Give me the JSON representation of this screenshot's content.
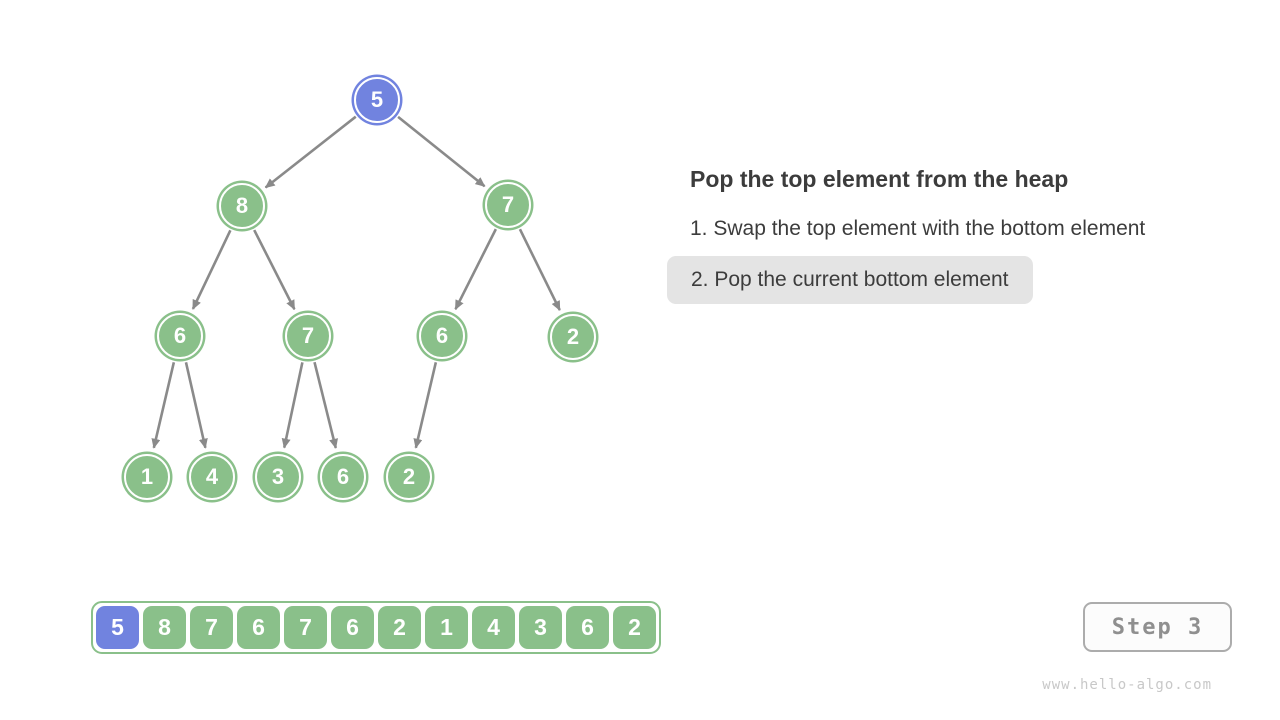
{
  "instructions": {
    "title": "Pop the top element from the heap",
    "items": [
      {
        "text": "1. Swap the top element with the bottom element",
        "highlighted": false
      },
      {
        "text": "2. Pop the current bottom element",
        "highlighted": true
      }
    ]
  },
  "tree": {
    "nodes": [
      {
        "value": "5",
        "variant": "blue"
      },
      {
        "value": "8",
        "variant": "green"
      },
      {
        "value": "7",
        "variant": "green"
      },
      {
        "value": "6",
        "variant": "green"
      },
      {
        "value": "7",
        "variant": "green"
      },
      {
        "value": "6",
        "variant": "green"
      },
      {
        "value": "2",
        "variant": "green"
      },
      {
        "value": "1",
        "variant": "green"
      },
      {
        "value": "4",
        "variant": "green"
      },
      {
        "value": "3",
        "variant": "green"
      },
      {
        "value": "6",
        "variant": "green"
      },
      {
        "value": "2",
        "variant": "green"
      }
    ],
    "edges": [
      [
        0,
        1
      ],
      [
        0,
        2
      ],
      [
        1,
        3
      ],
      [
        1,
        4
      ],
      [
        2,
        5
      ],
      [
        2,
        6
      ],
      [
        3,
        7
      ],
      [
        3,
        8
      ],
      [
        4,
        9
      ],
      [
        4,
        10
      ],
      [
        5,
        11
      ]
    ]
  },
  "array": {
    "values": [
      "5",
      "8",
      "7",
      "6",
      "7",
      "6",
      "2",
      "1",
      "4",
      "3",
      "6",
      "2"
    ],
    "highlight_index": 0
  },
  "step": {
    "label": "Step 3"
  },
  "watermark": "www.hello-algo.com",
  "colors": {
    "node_green": "#8AC08A",
    "node_blue": "#7183DF",
    "arrow": "#8A8A8A",
    "highlight_bg": "#E4E4E4"
  }
}
